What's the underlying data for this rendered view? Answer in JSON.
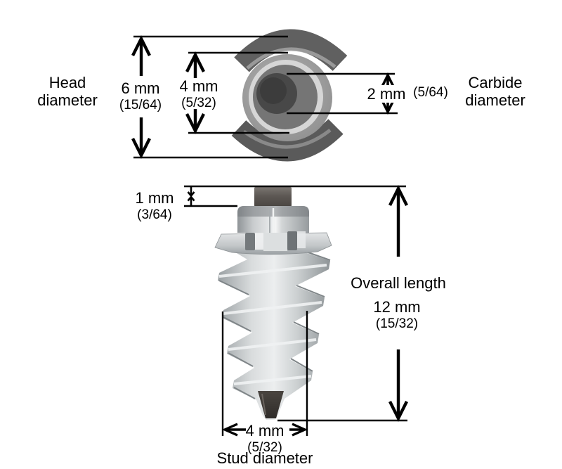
{
  "diagram": {
    "background_color": "#ffffff",
    "line_color": "#000000",
    "text_color": "#000000",
    "labels": {
      "head_diameter": "Head diameter",
      "carbide_diameter": "Carbide diameter",
      "overall_length": "Overall length",
      "stud_diameter": "Stud diameter"
    },
    "dimensions": {
      "head_diameter": {
        "metric": "6 mm",
        "imperial": "(15/64)"
      },
      "inner_diameter": {
        "metric": "4 mm",
        "imperial": "(5/32)"
      },
      "carbide_diameter": {
        "metric": "2 mm",
        "imperial": "(5/64)"
      },
      "carbide_protrusion": {
        "metric": "1 mm",
        "imperial": "(3/64)"
      },
      "overall_length": {
        "metric": "12 mm",
        "imperial": "(15/32)"
      },
      "stud_diameter": {
        "metric": "4 mm",
        "imperial": "(5/32)"
      }
    }
  }
}
